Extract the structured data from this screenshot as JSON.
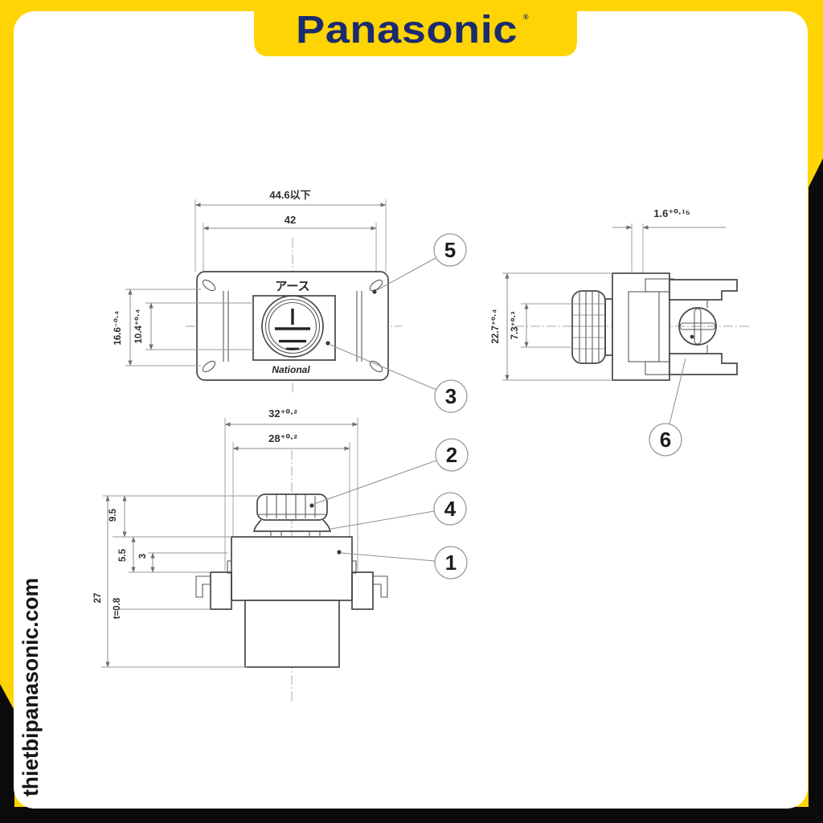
{
  "frame": {
    "site_url": "thietbipanasonic.com",
    "yellow": "#FFD405",
    "black": "#0b0b0b"
  },
  "logo": {
    "text": "Panasonic",
    "reg": "®",
    "navy": "#1b2b6f"
  },
  "drawing": {
    "front_view": {
      "dim_width_max": "44.6以下",
      "dim_width": "42",
      "dim_height_outer": "16.6⁻⁰·⁴",
      "dim_height_inner": "10.4⁺⁰·⁴",
      "face_label": "アース",
      "brand_label": "National"
    },
    "side_view": {
      "dim_tab": "1.6⁺⁰·¹⁵",
      "dim_height": "22.7⁺⁰·⁴",
      "dim_inner": "7.3⁺⁰·³"
    },
    "bottom_view": {
      "dim_width_outer": "32⁺⁰·²",
      "dim_width_inner": "28⁺⁰·²",
      "dim_knob": "9.5",
      "dim_gap": "3",
      "dim_step": "5.5",
      "dim_thickness": "t=0.8",
      "dim_depth": "27"
    },
    "callouts": {
      "c1": "1",
      "c2": "2",
      "c3": "3",
      "c4": "4",
      "c5": "5",
      "c6": "6"
    }
  }
}
